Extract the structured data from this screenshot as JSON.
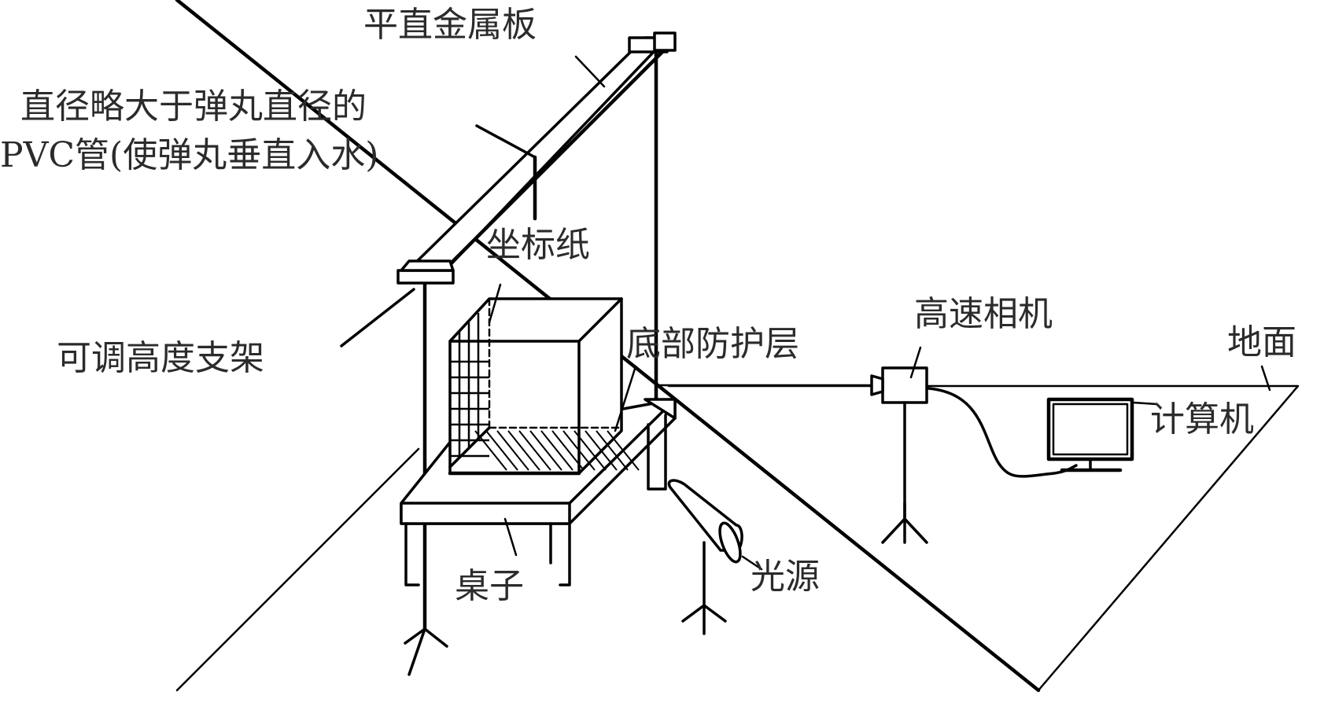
{
  "diagram": {
    "colors": {
      "line": "#000000",
      "text": "#2b2b2b",
      "background": "#ffffff"
    },
    "labels": {
      "metal_plate": "平直金属板",
      "pvc_pipe_line1": "直径略大于弹丸直径的",
      "pvc_pipe_line2": "PVC管(使弹丸垂直入水)",
      "coordinate_paper": "坐标纸",
      "adjustable_stand": "可调高度支架",
      "bottom_protection": "底部防护层",
      "high_speed_camera": "高速相机",
      "ground": "地面",
      "computer": "计算机",
      "table": "桌子",
      "light_source": "光源"
    }
  }
}
